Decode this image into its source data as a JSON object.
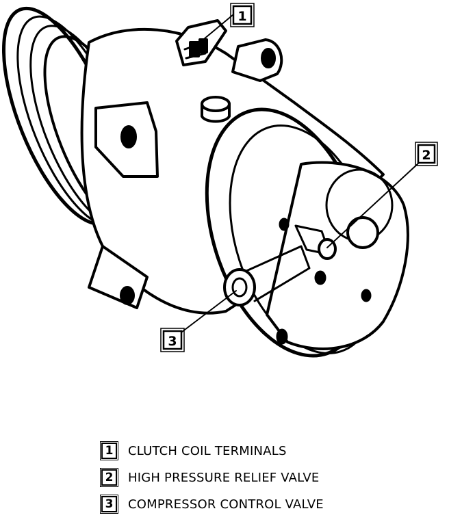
{
  "callouts": [
    {
      "num": "1",
      "label": "CLUTCH COIL TERMINALS"
    },
    {
      "num": "2",
      "label": "HIGH PRESSURE RELIEF VALVE"
    },
    {
      "num": "3",
      "label": "COMPRESSOR CONTROL VALVE"
    }
  ]
}
